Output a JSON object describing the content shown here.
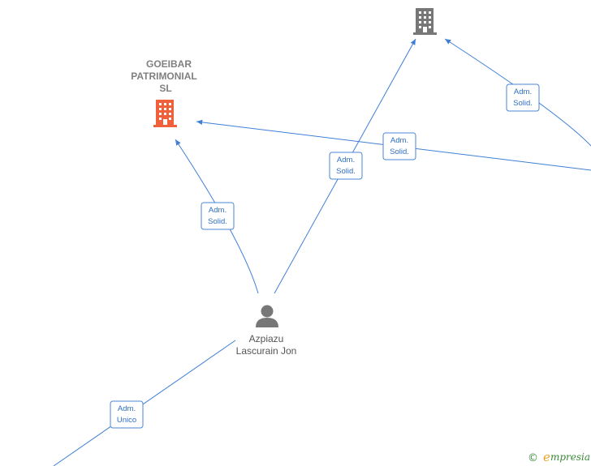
{
  "colors": {
    "edge": "#3f7fd6",
    "edge_label_border": "#4a86d4",
    "edge_label_text": "#2f6fc4",
    "company_highlight": "#f0603a",
    "company_default": "#777777",
    "person": "#777777",
    "brand_green": "#3a8a3a",
    "brand_orange": "#f0a020"
  },
  "nodes": {
    "goeibar": {
      "type": "company",
      "icon": "building-icon",
      "label_lines": [
        "GOEIBAR",
        "PATRIMONIAL",
        "SL"
      ]
    },
    "top_company": {
      "type": "company",
      "icon": "building-icon",
      "label_lines": []
    },
    "person": {
      "type": "person",
      "icon": "person-icon",
      "label_lines": [
        "Azpiazu",
        "Lascurain Jon"
      ]
    }
  },
  "edges": [
    {
      "id": "person-to-goeibar",
      "label_lines": [
        "Adm.",
        "Solid."
      ]
    },
    {
      "id": "person-to-top-company",
      "label_lines": [
        "Adm.",
        "Solid."
      ]
    },
    {
      "id": "offscreen-to-goeibar",
      "label_lines": [
        "Adm.",
        "Solid."
      ]
    },
    {
      "id": "offscreen-to-top-company",
      "label_lines": [
        "Adm.",
        "Solid."
      ]
    },
    {
      "id": "person-to-offscreen",
      "label_lines": [
        "Adm.",
        "Unico"
      ]
    }
  ],
  "footer": {
    "copyright_symbol": "©",
    "brand_initial": "e",
    "brand_rest": "mpresia"
  }
}
